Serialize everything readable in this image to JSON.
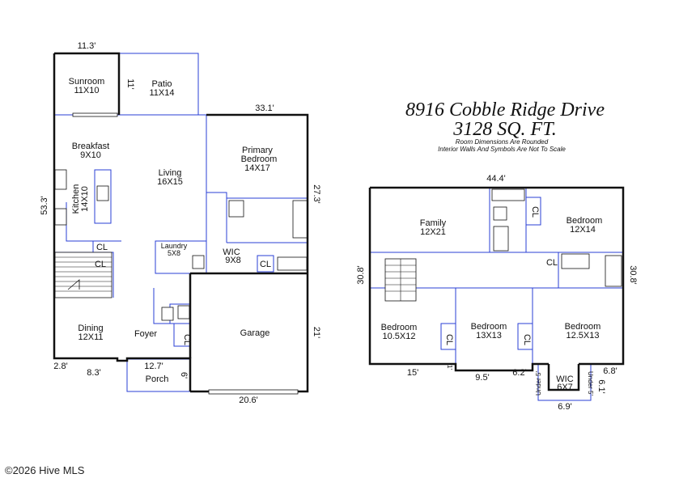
{
  "title": {
    "address": "8916 Cobble Ridge Drive",
    "sqft": "3128 SQ. FT.",
    "note1": "Room Dimensions Are Rounded",
    "note2": "Interior Walls And Symbols Are Not To Scale"
  },
  "first_floor": {
    "rooms": {
      "sunroom": {
        "name": "Sunroom",
        "size": "11X10"
      },
      "patio": {
        "name": "Patio",
        "size": "11X14"
      },
      "breakfast": {
        "name": "Breakfast",
        "size": "9X10"
      },
      "living": {
        "name": "Living",
        "size": "16X15"
      },
      "primary": {
        "name1": "Primary",
        "name2": "Bedroom",
        "size": "14X17"
      },
      "kitchen": {
        "name": "Kitchen",
        "size": "14X10"
      },
      "laundry": {
        "name": "Laundry",
        "size": "5X8"
      },
      "wic": {
        "name": "WIC",
        "size": "9X8"
      },
      "dining": {
        "name": "Dining",
        "size": "12X11"
      },
      "foyer": {
        "name": "Foyer"
      },
      "garage": {
        "name": "Garage"
      },
      "porch": {
        "name": "Porch"
      }
    },
    "closets": [
      "CL",
      "CL",
      "CL",
      "CL"
    ],
    "dims": {
      "d_11_3": "11.3'",
      "d_11": "11'",
      "d_33_1": "33.1'",
      "d_53_3": "53.3'",
      "d_27_3": "27.3'",
      "d_21": "21'",
      "d_2_8": "2.8'",
      "d_8_3": "8.3'",
      "d_12_7": "12.7'",
      "d_6": "6'",
      "d_20_6": "20.6'"
    }
  },
  "second_floor": {
    "rooms": {
      "family": {
        "name": "Family",
        "size": "12X21"
      },
      "bedroom1": {
        "name": "Bedroom",
        "size": "12X14"
      },
      "bedroom2": {
        "name": "Bedroom",
        "size": "10.5X12"
      },
      "bedroom3": {
        "name": "Bedroom",
        "size": "13X13"
      },
      "bedroom4": {
        "name": "Bedroom",
        "size": "12.5X13"
      },
      "wic": {
        "name": "WIC",
        "size": "6X7"
      }
    },
    "closets": [
      "CL",
      "CL",
      "CL",
      "CL"
    ],
    "under_label": "Under 5'",
    "dims": {
      "d_44_4": "44.4'",
      "d_30_8_left": "30.8'",
      "d_30_8_right": "30.8'",
      "d_15": "15'",
      "d_9_5": "9.5'",
      "d_6_2": "6.2'",
      "d_6_8": "6.8'",
      "d_6_1": "6.1'",
      "d_6_9": "6.9'",
      "d_1": "1'"
    }
  },
  "copyright": "©2026 Hive MLS"
}
